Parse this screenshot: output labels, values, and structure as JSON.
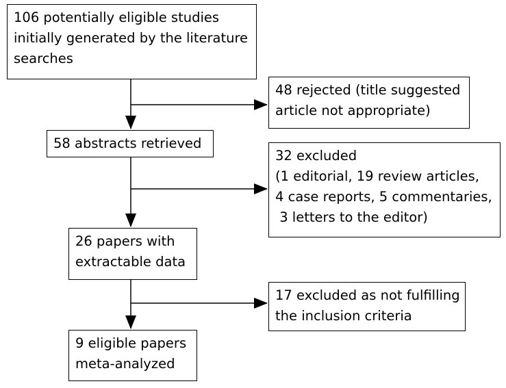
{
  "flow": {
    "step1": {
      "lines": [
        "106 potentially eligible studies",
        "initially generated by the literature",
        "searches"
      ]
    },
    "step2": {
      "lines": [
        "58 abstracts retrieved"
      ]
    },
    "step3": {
      "lines": [
        "26 papers with",
        "extractable data"
      ]
    },
    "step4": {
      "lines": [
        "9 eligible papers",
        "meta-analyzed"
      ]
    }
  },
  "exclusions": {
    "excl1": {
      "lines": [
        "48 rejected (title suggested",
        "article not appropriate)"
      ]
    },
    "excl2": {
      "lines": [
        "32 excluded",
        "(1 editorial, 19 review articles,",
        "4 case reports, 5 commentaries,",
        " 3 letters to the editor)"
      ]
    },
    "excl3": {
      "lines": [
        "17 excluded as not fulfilling",
        "the inclusion criteria"
      ]
    }
  }
}
